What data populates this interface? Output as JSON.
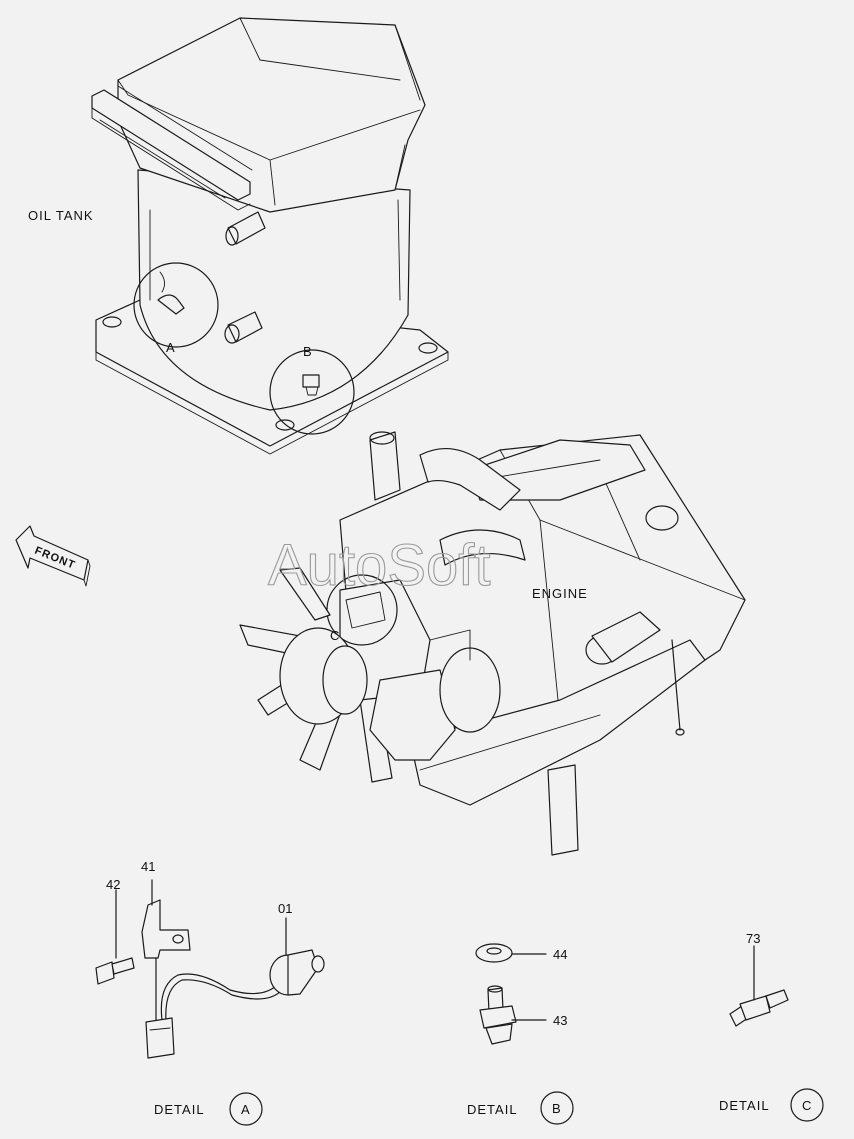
{
  "labels": {
    "oil_tank": "OIL  TANK",
    "engine": "ENGINE",
    "front": "FRONT",
    "detail_a_circle": "A",
    "detail_b_circle": "B",
    "detail_c_circle": "C"
  },
  "watermark": "AutoSoft",
  "details": [
    {
      "word": "DETAIL",
      "letter": "A"
    },
    {
      "word": "DETAIL",
      "letter": "B"
    },
    {
      "word": "DETAIL",
      "letter": "C"
    }
  ],
  "parts": {
    "p42": "42",
    "p41": "41",
    "p01": "01",
    "p44": "44",
    "p43": "43",
    "p73": "73"
  },
  "colors": {
    "background": "#f2f2f2",
    "line": "#1a1a1a",
    "watermark": "#9a9a9a"
  }
}
